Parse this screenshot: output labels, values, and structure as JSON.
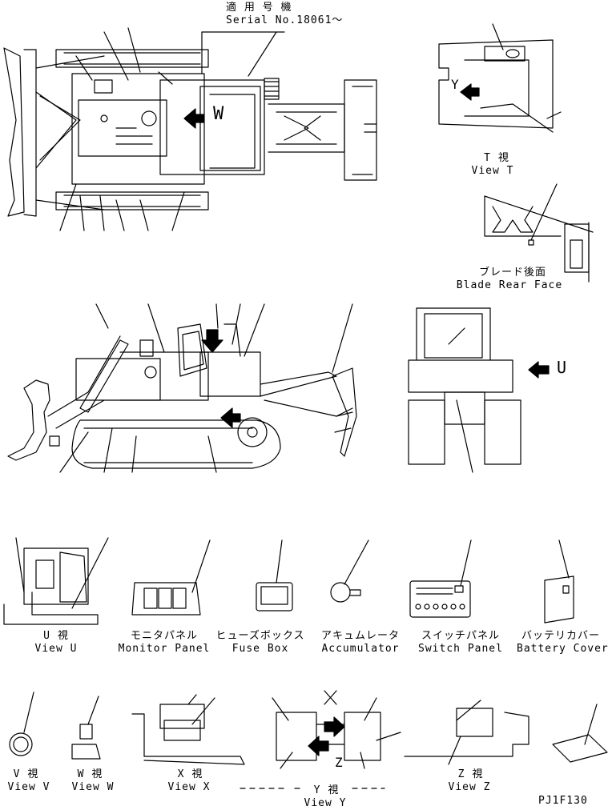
{
  "header": {
    "applicable_machine": "適 用 号 機",
    "serial": "Serial No.18061～"
  },
  "views": {
    "t_jp": "T  視",
    "t_en": "View T",
    "blade_jp": "ブレード後面",
    "blade_en": "Blade Rear Face",
    "u_jp": "U  視",
    "u_en": "View U",
    "v_jp": "V  視",
    "v_en": "View V",
    "w_jp": "W  視",
    "w_en": "View W",
    "x_jp": "X  視",
    "x_en": "View X",
    "y_jp": "Y  視",
    "y_en": "View Y",
    "z_jp": "Z  視",
    "z_en": "View Z"
  },
  "components": {
    "monitor_jp": "モニタパネル",
    "monitor_en": "Monitor Panel",
    "fuse_jp": "ヒューズボックス",
    "fuse_en": "Fuse Box",
    "accum_jp": "アキュムレータ",
    "accum_en": "Accumulator",
    "switch_jp": "スイッチパネル",
    "switch_en": "Switch Panel",
    "battery_jp": "バッテリカバー",
    "battery_en": "Battery Cover"
  },
  "markers": {
    "w": "W",
    "y": "Y",
    "u": "U",
    "z": "Z",
    "x": "X"
  },
  "drawing_code": "PJ1F130"
}
